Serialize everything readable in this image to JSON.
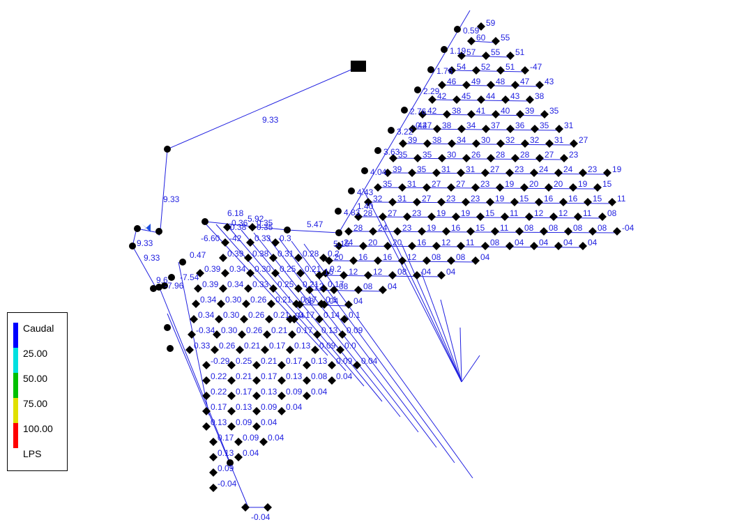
{
  "network": {
    "pipe_color": "#1f1fe0",
    "main_pipe_labels": [
      "9.33",
      "9.33",
      "9.33",
      "9.33",
      "9.6"
    ],
    "main_labels": [
      "6.18",
      "5.92",
      "5.47",
      "5.15",
      "-6.60",
      "-7.54",
      "-7.96",
      "0.47",
      "0.38",
      "0.35"
    ],
    "spine_labels": [
      "0.59",
      "1.19",
      "1.76",
      "2.29",
      "2.76",
      "3.22",
      "3.63",
      "4.04",
      "4.43",
      "4.83",
      "-0.47",
      "1.40"
    ],
    "grid_label_rows": [
      [
        "59"
      ],
      [
        "60",
        "55"
      ],
      [
        "57",
        "55",
        "51"
      ],
      [
        "54",
        "52",
        "51",
        "-47"
      ],
      [
        "46",
        "49",
        "48",
        "47",
        "43"
      ],
      [
        "42",
        "45",
        "44",
        "43",
        "38"
      ],
      [
        "42",
        "38",
        "41",
        "40",
        "39",
        "35"
      ],
      [
        "42",
        "38",
        "34",
        "37",
        "36",
        "35",
        "31"
      ],
      [
        "39",
        "38",
        "34",
        "30",
        "32",
        "32",
        "31",
        "27"
      ],
      [
        "35",
        "35",
        "30",
        "26",
        "28",
        "28",
        "27",
        "23"
      ],
      [
        "39",
        "35",
        "31",
        "31",
        "27",
        "23",
        "24",
        "24",
        "23",
        "19"
      ],
      [
        "35",
        "31",
        "27",
        "27",
        "23",
        "19",
        "20",
        "20",
        "19",
        "15"
      ],
      [
        "32",
        "31",
        "27",
        "23",
        "23",
        "19",
        "15",
        "16",
        "16",
        "15",
        "11"
      ],
      [
        "28",
        "27",
        "23",
        "19",
        "19",
        "15",
        "11",
        "12",
        "12",
        "11",
        "08"
      ],
      [
        "28",
        "24",
        "23",
        "19",
        "16",
        "15",
        "11",
        "08",
        "08",
        "08",
        "08",
        "-04"
      ],
      [
        "24",
        "20",
        "20",
        "16",
        "12",
        "11",
        "08",
        "04",
        "04",
        "04",
        "04"
      ],
      [
        "20",
        "16",
        "16",
        "12",
        "08",
        "08",
        "04"
      ],
      [
        "16",
        "12",
        "12",
        "08",
        "04",
        "04"
      ],
      [
        "12",
        "08",
        "08",
        "04"
      ],
      [
        "08",
        "04",
        "04"
      ],
      [
        "04"
      ]
    ],
    "left_label_rows": [
      [
        "0.36",
        "0.35"
      ],
      [
        "-42",
        "0.33",
        "0.3"
      ],
      [
        "0.39",
        "0.38",
        "0.31",
        "0.28",
        "0.2"
      ],
      [
        "0.39",
        "0.34",
        "0.30",
        "0.25",
        "0.21",
        "0.2"
      ],
      [
        "0.39",
        "0.34",
        "0.33",
        "0.25",
        "0.21",
        "0.17"
      ],
      [
        "0.34",
        "0.30",
        "0.26",
        "0.21",
        "0.17",
        "0.1"
      ],
      [
        "0.34",
        "0.30",
        "0.26",
        "0.21",
        "0.17",
        "0.14",
        "0.1"
      ],
      [
        "-0.34",
        "0.30",
        "0.26",
        "0.21",
        "0.17",
        "0.13",
        "0.09"
      ],
      [
        "0.33",
        "0.26",
        "0.21",
        "0.17",
        "0.13",
        "0.09",
        "0.0"
      ],
      [
        "-0.29",
        "0.25",
        "0.21",
        "0.17",
        "0.13",
        "0.09",
        "0.04"
      ],
      [
        "0.22",
        "0.21",
        "0.17",
        "0.13",
        "0.08",
        "0.04"
      ],
      [
        "0.22",
        "0.17",
        "0.13",
        "0.09",
        "0.04"
      ],
      [
        "0.17",
        "0.13",
        "0.09",
        "0.04"
      ],
      [
        "0.13",
        "0.09",
        "0.04"
      ],
      [
        "0.17",
        "0.09",
        "0.04"
      ],
      [
        "0.13",
        "0.04"
      ],
      [
        "0.09"
      ],
      [
        "-0.04"
      ]
    ]
  },
  "legend": {
    "title": "Caudal",
    "unit": "LPS",
    "items": [
      {
        "label": "25.00",
        "color": "#0000ff"
      },
      {
        "label": "50.00",
        "color": "#00e0e0"
      },
      {
        "label": "75.00",
        "color": "#00c000"
      },
      {
        "label": "100.00",
        "color": "#e0e000"
      },
      {
        "label": "",
        "color": "#ff0000"
      }
    ]
  }
}
